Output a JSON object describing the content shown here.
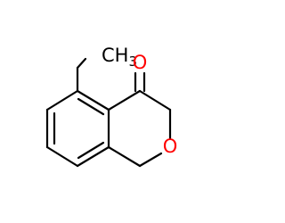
{
  "molecule": {
    "atoms": {
      "methyl": {
        "main": "CH",
        "sub": "3",
        "color": "#000000"
      },
      "carbonyl_oxygen": {
        "label": "O",
        "color": "#ff0000"
      },
      "ring_oxygen": {
        "label": "O",
        "color": "#ff0000"
      }
    },
    "bond_color": "#000000"
  }
}
